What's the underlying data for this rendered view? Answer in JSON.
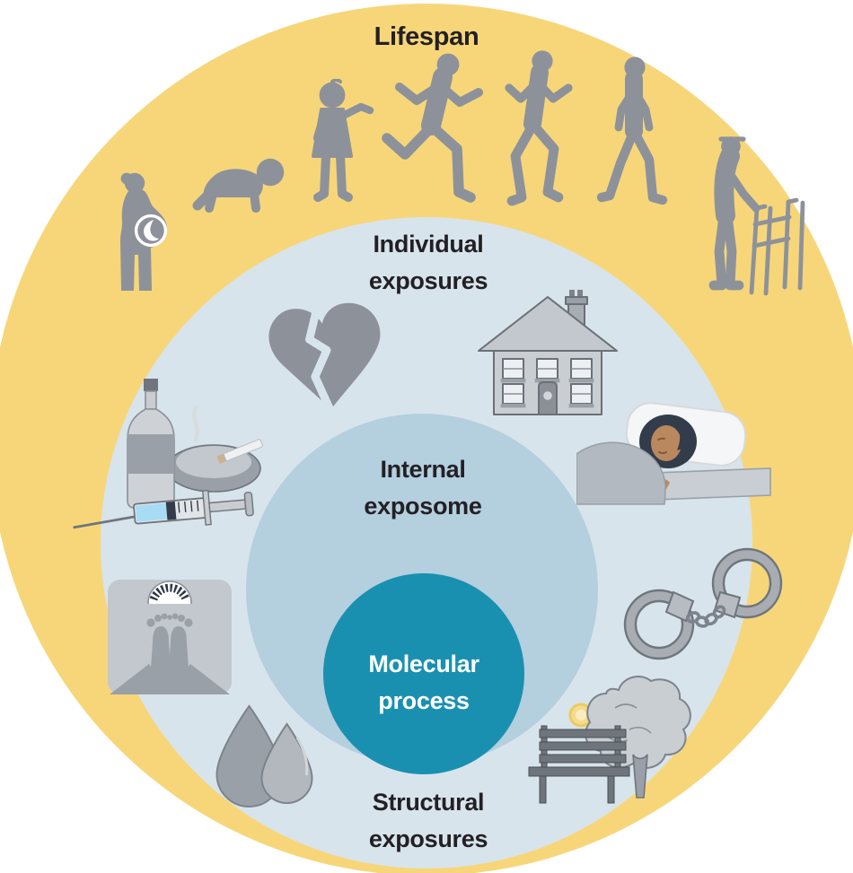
{
  "labels": {
    "lifespan": "Lifespan",
    "individual_exposures": "Individual exposures",
    "internal_exposome": "Internal exposome",
    "molecular_process": "Molecular process",
    "structural_exposures": "Structural exposures"
  },
  "colors": {
    "background": "#ffffff",
    "lifespan_ring": "#f7d67a",
    "individual_ring": "#d8e4ec",
    "internal_ring": "#b4cfde",
    "molecular_circle": "#1a90b1",
    "silhouette": "#8d929a",
    "label_text": "#232025",
    "molecular_label_text": "#ffffff",
    "sun": "#f3dc8e",
    "syringe_liquid": "#a8dbf4",
    "skin": "#b9885f",
    "hair": "#333c4a"
  },
  "icons": {
    "life_stages": [
      "pregnant-woman-icon",
      "crawling-baby-icon",
      "toddler-icon",
      "running-man-icon",
      "jogging-person-icon",
      "walking-person-icon",
      "elderly-with-walker-icon"
    ],
    "individual_exposure_icons": [
      "broken-heart-icon",
      "house-icon",
      "alcohol-tobacco-syringe-icon",
      "sleeping-person-icon",
      "weight-scale-icon",
      "handcuffs-icon",
      "water-drops-icon",
      "park-bench-tree-sun-icon"
    ]
  }
}
